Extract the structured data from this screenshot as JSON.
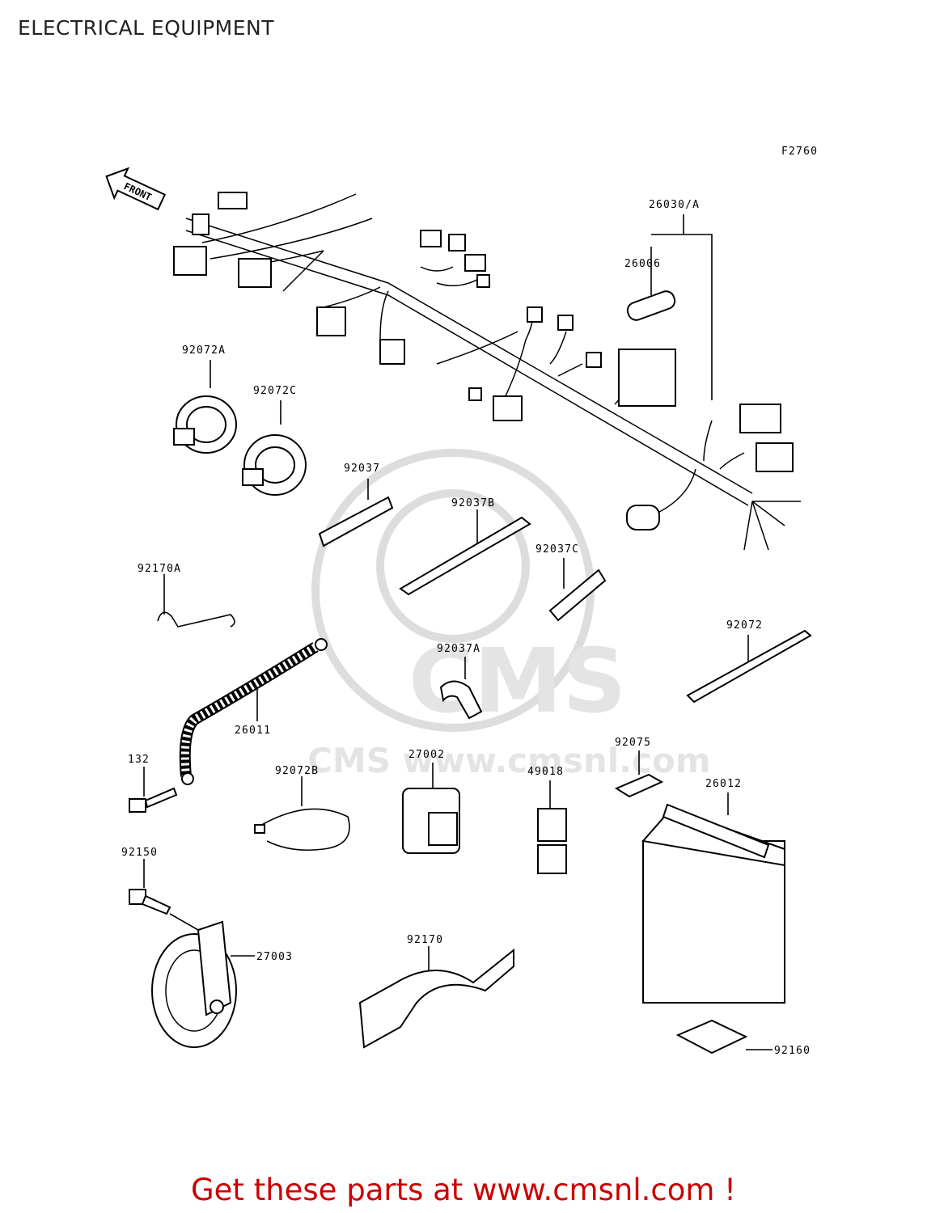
{
  "page": {
    "title": "ELECTRICAL EQUIPMENT"
  },
  "diagram": {
    "figure_code": "F2760",
    "front_arrow_label": "FRONT",
    "watermark": "CMS www.cmsnl.com",
    "parts": [
      {
        "number": "26030/A"
      },
      {
        "number": "26006"
      },
      {
        "number": "92072A"
      },
      {
        "number": "92072C"
      },
      {
        "number": "92037"
      },
      {
        "number": "92037B"
      },
      {
        "number": "92037C"
      },
      {
        "number": "92170A"
      },
      {
        "number": "92072"
      },
      {
        "number": "92037A"
      },
      {
        "number": "26011"
      },
      {
        "number": "132"
      },
      {
        "number": "92072B"
      },
      {
        "number": "27002"
      },
      {
        "number": "49018"
      },
      {
        "number": "92075"
      },
      {
        "number": "26012"
      },
      {
        "number": "92150"
      },
      {
        "number": "27003"
      },
      {
        "number": "92170"
      },
      {
        "number": "92160"
      }
    ]
  },
  "footer": {
    "text": "Get these parts at www.cmsnl.com !"
  },
  "colors": {
    "footer": "#cc0000",
    "line": "#000000",
    "watermark": "#dddddd"
  }
}
